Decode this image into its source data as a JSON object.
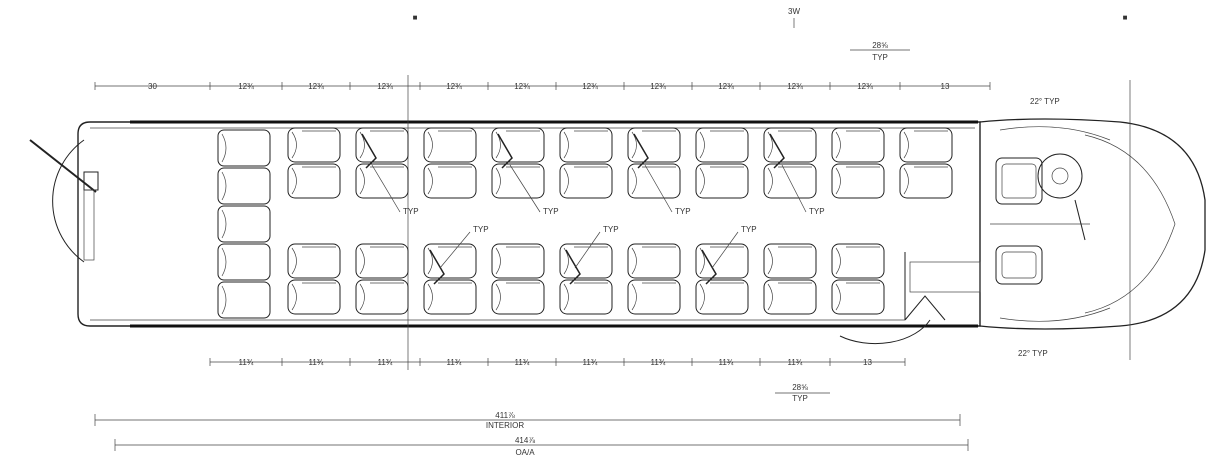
{
  "top_dims": [
    "30",
    "12¾",
    "12¾",
    "12¾",
    "12¾",
    "12¾",
    "12¾",
    "12¾",
    "12¾",
    "12¾",
    "12¾",
    "13"
  ],
  "bottom_dims": [
    "11¾",
    "11¾",
    "11¾",
    "11¾",
    "11¾",
    "11¾",
    "11¾",
    "11¾",
    "11¾",
    "13"
  ],
  "upper_labels": {
    "a": "3W",
    "b": "28⅝",
    "b_sub": "TYP"
  },
  "lower_labels": {
    "a": "28⅝",
    "a_sub": "TYP"
  },
  "overall": {
    "interior": "411⅞",
    "interior_sub": "INTERIOR",
    "overall": "414⅞",
    "overall_sub": "OA/A"
  },
  "seat_callout": "TYP",
  "cab_callouts": {
    "top": "22° TYP",
    "bottom": "22° TYP"
  }
}
